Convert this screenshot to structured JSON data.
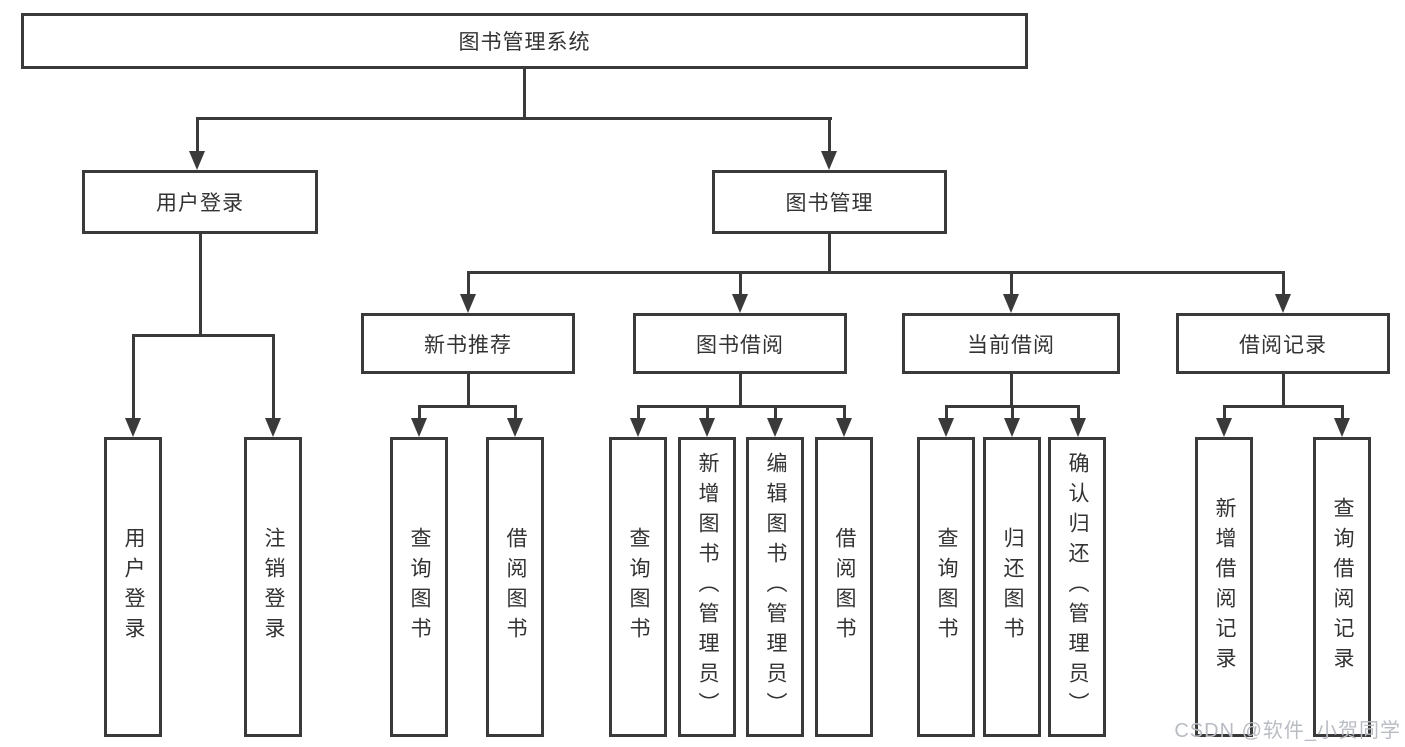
{
  "diagram": {
    "root": {
      "label": "图书管理系统"
    },
    "level2": [
      {
        "label": "用户登录"
      },
      {
        "label": "图书管理"
      }
    ],
    "level3": [
      {
        "label": "新书推荐"
      },
      {
        "label": "图书借阅"
      },
      {
        "label": "当前借阅"
      },
      {
        "label": "借阅记录"
      }
    ],
    "leaves": [
      {
        "label": "用户登录"
      },
      {
        "label": "注销登录"
      },
      {
        "label": "查询图书"
      },
      {
        "label": "借阅图书"
      },
      {
        "label": "查询图书"
      },
      {
        "label": "新增图书（管理员）"
      },
      {
        "label": "编辑图书（管理员）"
      },
      {
        "label": "借阅图书"
      },
      {
        "label": "查询图书"
      },
      {
        "label": "归还图书"
      },
      {
        "label": "确认归还（管理员）"
      },
      {
        "label": "新增借阅记录"
      },
      {
        "label": "查询借阅记录"
      }
    ]
  },
  "watermark": {
    "text": "CSDN @软件_小贺同学"
  },
  "colors": {
    "line": "#3a3a3a",
    "text": "#333333",
    "watermark": "#b9bdc3",
    "background": "#ffffff"
  }
}
